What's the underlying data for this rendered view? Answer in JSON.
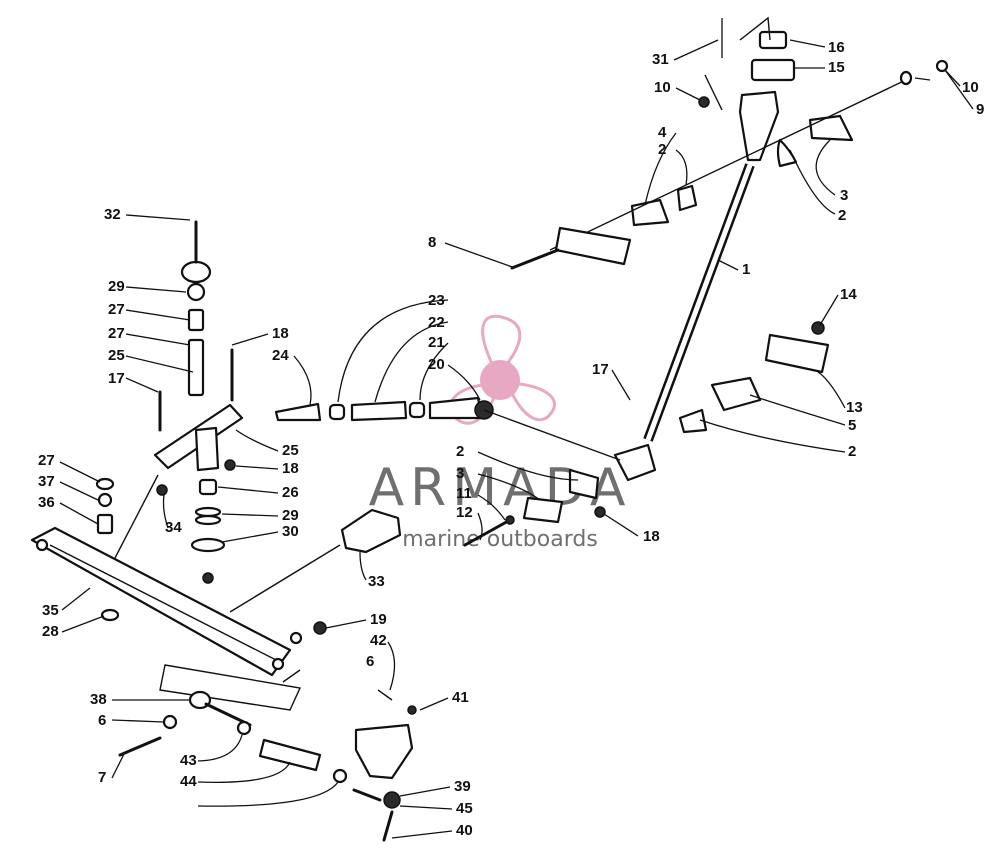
{
  "watermark": {
    "brand": "ARMADA",
    "tagline": "marine outboards",
    "color": "#e7a8c2",
    "text_color": "#6f6f6f"
  },
  "callouts": [
    "1",
    "2",
    "2",
    "2",
    "2",
    "2",
    "3",
    "3",
    "4",
    "5",
    "6",
    "6",
    "7",
    "8",
    "9",
    "10",
    "10",
    "11",
    "12",
    "13",
    "14",
    "15",
    "16",
    "17",
    "17",
    "18",
    "18",
    "18",
    "19",
    "20",
    "21",
    "22",
    "23",
    "24",
    "25",
    "25",
    "26",
    "27",
    "27",
    "27",
    "28",
    "29",
    "29",
    "30",
    "31",
    "32",
    "33",
    "34",
    "35",
    "36",
    "37",
    "38",
    "39",
    "40",
    "41",
    "42",
    "43",
    "44",
    "45"
  ]
}
